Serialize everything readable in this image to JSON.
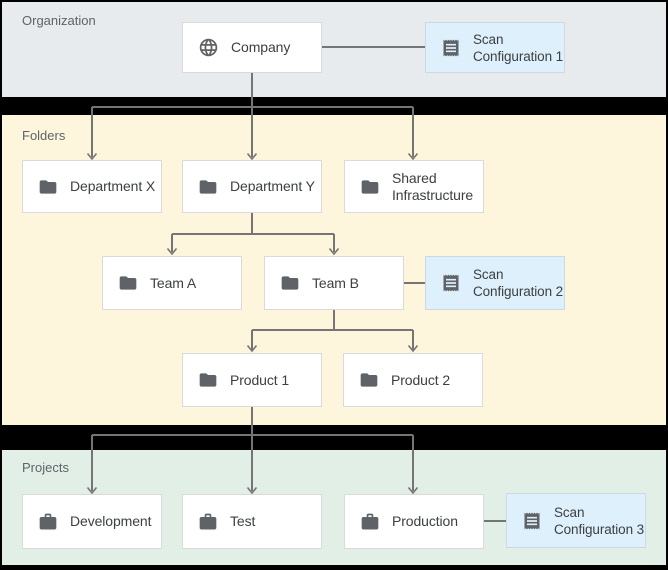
{
  "sections": {
    "organization": {
      "label": "Organization"
    },
    "folders": {
      "label": "Folders"
    },
    "projects": {
      "label": "Projects"
    }
  },
  "nodes": {
    "company": {
      "label": "Company",
      "icon": "globe-icon"
    },
    "scan_config_1": {
      "label": "Scan Configuration 1",
      "icon": "receipt-icon"
    },
    "department_x": {
      "label": "Department X",
      "icon": "folder-icon"
    },
    "department_y": {
      "label": "Department Y",
      "icon": "folder-icon"
    },
    "shared_infrastructure": {
      "label": "Shared Infrastructure",
      "icon": "folder-icon"
    },
    "team_a": {
      "label": "Team A",
      "icon": "folder-icon"
    },
    "team_b": {
      "label": "Team B",
      "icon": "folder-icon"
    },
    "scan_config_2": {
      "label": "Scan Configuration 2",
      "icon": "receipt-icon"
    },
    "product_1": {
      "label": "Product 1",
      "icon": "folder-icon"
    },
    "product_2": {
      "label": "Product 2",
      "icon": "folder-icon"
    },
    "development": {
      "label": "Development",
      "icon": "briefcase-icon"
    },
    "test": {
      "label": "Test",
      "icon": "briefcase-icon"
    },
    "production": {
      "label": "Production",
      "icon": "briefcase-icon"
    },
    "scan_config_3": {
      "label": "Scan Configuration 3",
      "icon": "receipt-icon"
    }
  },
  "colors": {
    "organization_bg": "#e8ebee",
    "folders_bg": "#fdf6dd",
    "projects_bg": "#e1efe7",
    "scan_config_bg": "#def0fb",
    "node_bg": "#ffffff",
    "node_border": "#d9dade",
    "divider": "#000000",
    "connector": "#757575",
    "section_label_text": "#5f6368",
    "node_text": "#3c4043",
    "icon": "#5f6368"
  }
}
